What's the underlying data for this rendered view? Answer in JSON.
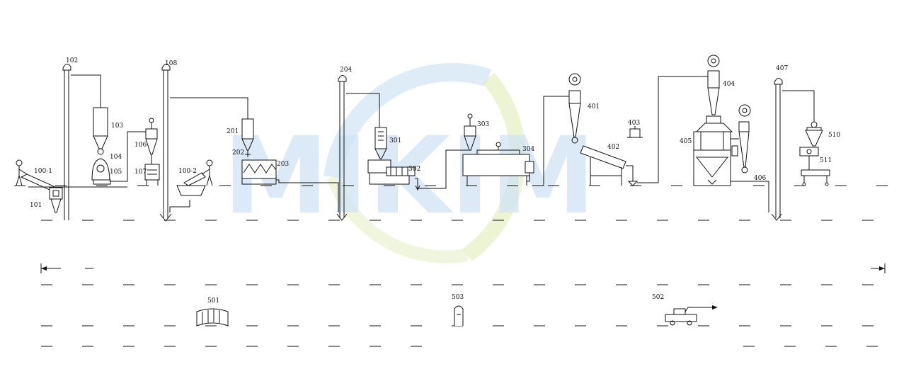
{
  "watermark": {
    "text": "MIKIM",
    "color": "#cfe4f4",
    "accent": "#e4efc2"
  },
  "labels": {
    "l100_1": "100-1",
    "l101": "101",
    "l102": "102",
    "l103": "103",
    "l104": "104",
    "l105": "105",
    "l106": "106",
    "l107": "107",
    "l108": "108",
    "l100_2": "100-2",
    "l201": "201",
    "l202": "202",
    "l203": "203",
    "l204": "204",
    "l301": "301",
    "l302": "302",
    "l303": "303",
    "l304": "304",
    "l401": "401",
    "l402": "402",
    "l403": "403",
    "l404": "404",
    "l405": "405",
    "l406": "406",
    "l407": "407",
    "l510": "510",
    "l511": "511",
    "l501": "501",
    "l503": "503",
    "l502": "502"
  }
}
